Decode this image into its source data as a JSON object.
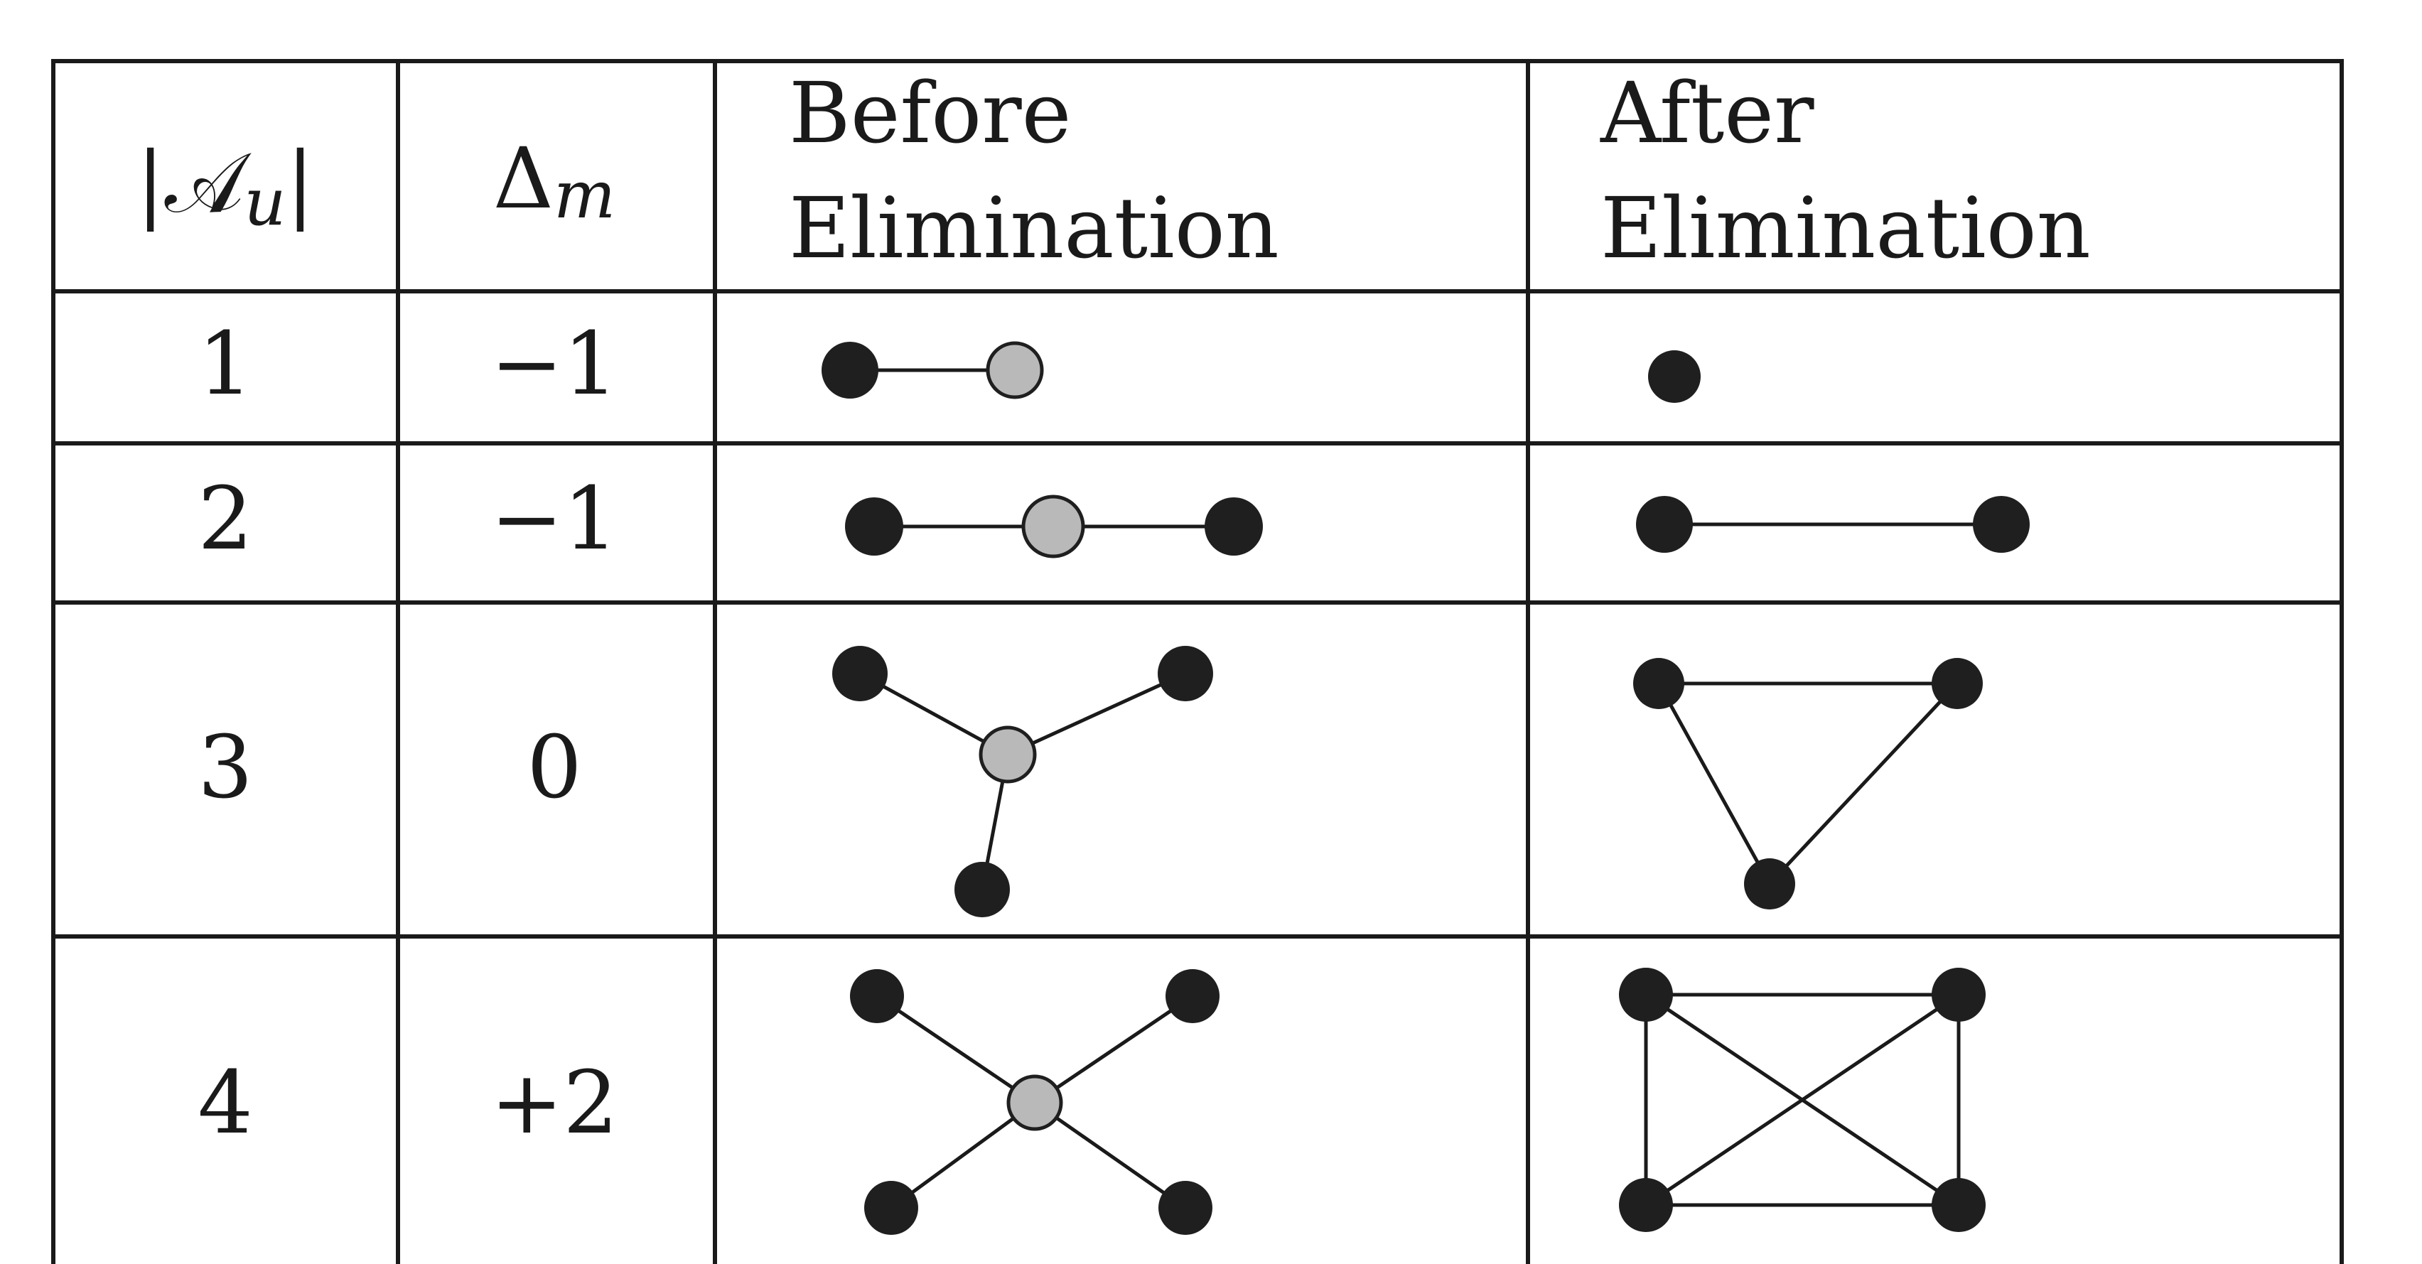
{
  "header": {
    "col1": "|𝒜u|",
    "col1_base": "𝒜",
    "col1_sub": "u",
    "col2": "Δm",
    "col2_base": "Δ",
    "col2_sub": "m",
    "col3_line1": "Before",
    "col3_line2": "Elimination",
    "col4_line1": "After",
    "col4_line2": "Elimination"
  },
  "rows": [
    {
      "au": "1",
      "dm": "−1"
    },
    {
      "au": "2",
      "dm": "−1"
    },
    {
      "au": "3",
      "dm": "0"
    },
    {
      "au": "4",
      "dm": "+2"
    }
  ],
  "colors": {
    "node_dark": "#1f1f1f",
    "node_eliminated": "#b9b9b9",
    "lines": "#1a1a1a"
  }
}
